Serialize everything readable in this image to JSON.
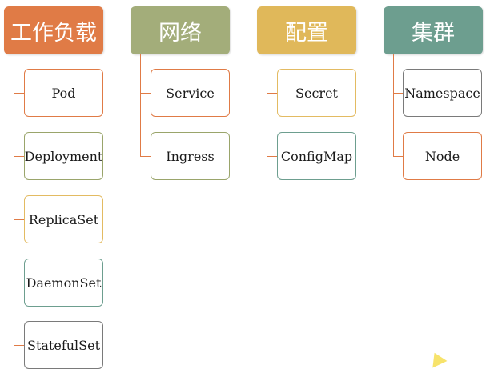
{
  "groups": [
    {
      "title": "工作负载",
      "color": "#e07b46",
      "items": [
        {
          "label": "Pod",
          "color": "#e07b46"
        },
        {
          "label": "Deployment",
          "color": "#9aa56b"
        },
        {
          "label": "ReplicaSet",
          "color": "#e3bb62"
        },
        {
          "label": "DaemonSet",
          "color": "#6d9e8f"
        },
        {
          "label": "StatefulSet",
          "color": "#7a7a7a"
        }
      ]
    },
    {
      "title": "网络",
      "color": "#a3ad7a",
      "items": [
        {
          "label": "Service",
          "color": "#e07b46"
        },
        {
          "label": "Ingress",
          "color": "#9aa56b"
        }
      ]
    },
    {
      "title": "配置",
      "color": "#e0b85a",
      "items": [
        {
          "label": "Secret",
          "color": "#e3bb62"
        },
        {
          "label": "ConfigMap",
          "color": "#6d9e8f"
        }
      ]
    },
    {
      "title": "集群",
      "color": "#6d9e8f",
      "items": [
        {
          "label": "Namespace",
          "color": "#7a7a7a"
        },
        {
          "label": "Node",
          "color": "#e07b46"
        }
      ]
    }
  ]
}
